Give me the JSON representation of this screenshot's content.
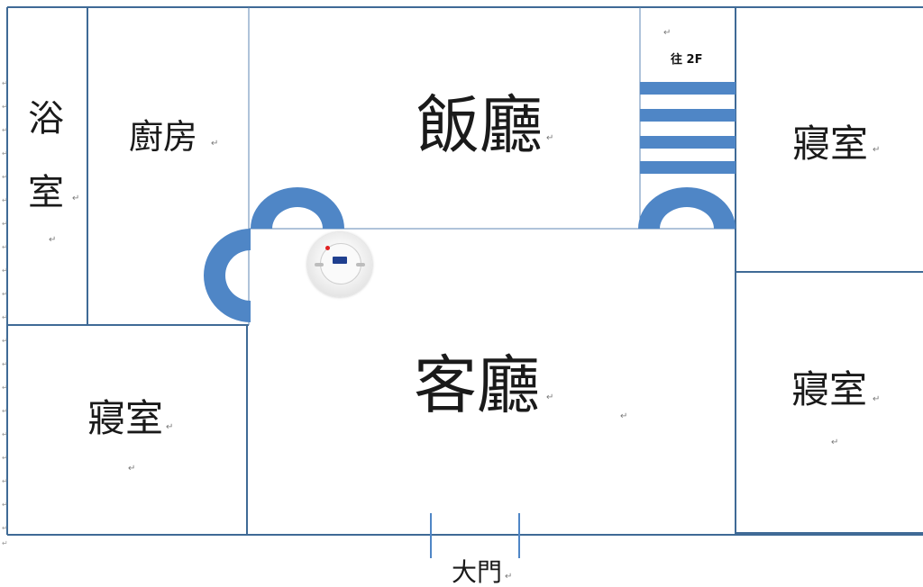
{
  "rooms": {
    "bathroom": {
      "line1": "浴",
      "line2": "室"
    },
    "kitchen": "廚房",
    "dining": "飯廳",
    "living": "客廳",
    "bedroom_upper_right": "寢室",
    "bedroom_lower_right": "寢室",
    "bedroom_lower_left": "寢室"
  },
  "stairs": {
    "label": "往 2F"
  },
  "entrance": {
    "label": "大門"
  },
  "marks": {
    "paragraph": "↵"
  },
  "device": {
    "name": "smoke-detector"
  },
  "colors": {
    "wall": "#3f6a96",
    "accent_blue": "#4f86c6",
    "background": "#ffffff"
  }
}
